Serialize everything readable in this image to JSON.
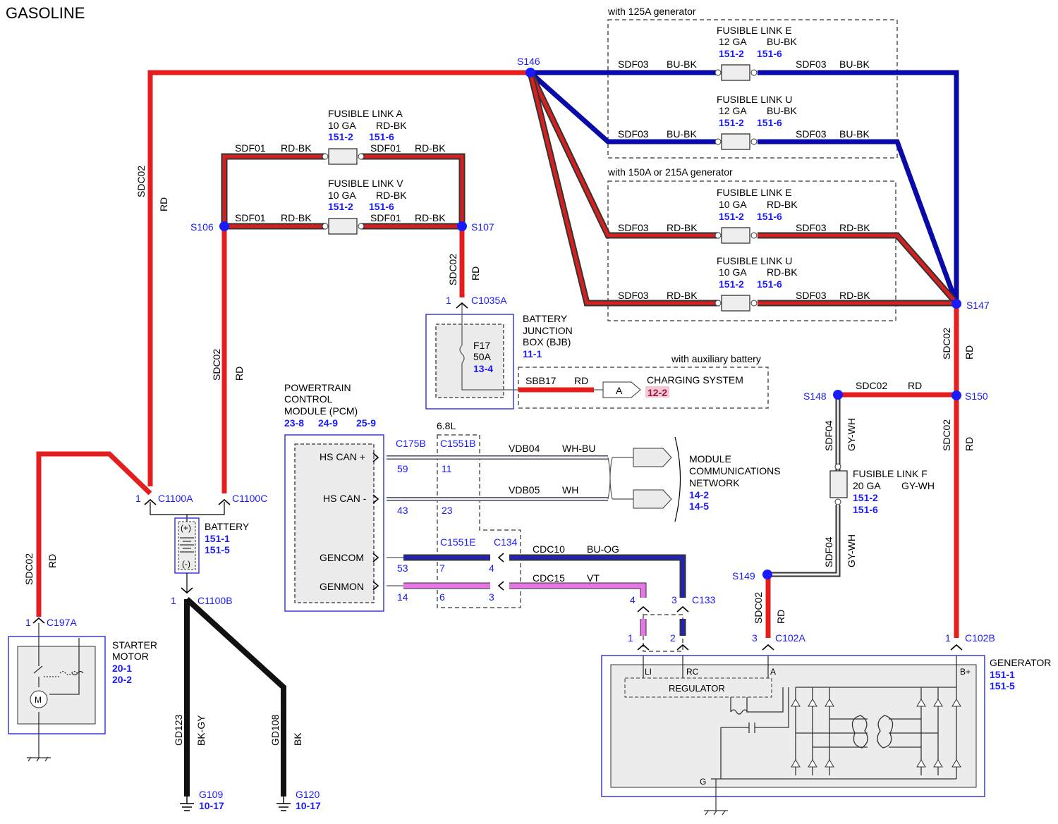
{
  "title": "GASOLINE",
  "splices": [
    "S146",
    "S106",
    "S107",
    "S147",
    "S148",
    "S150",
    "S149"
  ],
  "options": {
    "gen125": "with 125A generator",
    "gen150": "with 150A or 215A generator",
    "auxbat": "with auxiliary battery",
    "eng68": "6.8L"
  },
  "fusible_links": {
    "A": {
      "name": "FUSIBLE LINK A",
      "ga": "10 GA",
      "color": "RD-BK",
      "ref1": "151-2",
      "ref2": "151-6"
    },
    "V": {
      "name": "FUSIBLE LINK V",
      "ga": "10 GA",
      "color": "RD-BK",
      "ref1": "151-2",
      "ref2": "151-6"
    },
    "E125": {
      "name": "FUSIBLE LINK E",
      "ga": "12 GA",
      "color": "BU-BK",
      "ref1": "151-2",
      "ref2": "151-6"
    },
    "U125": {
      "name": "FUSIBLE LINK U",
      "ga": "12 GA",
      "color": "BU-BK",
      "ref1": "151-2",
      "ref2": "151-6"
    },
    "E150": {
      "name": "FUSIBLE LINK E",
      "ga": "10 GA",
      "color": "RD-BK",
      "ref1": "151-2",
      "ref2": "151-6"
    },
    "U150": {
      "name": "FUSIBLE LINK U",
      "ga": "10 GA",
      "color": "RD-BK",
      "ref1": "151-2",
      "ref2": "151-6"
    },
    "F": {
      "name": "FUSIBLE LINK F",
      "ga": "20 GA",
      "color": "GY-WH",
      "ref1": "151-2",
      "ref2": "151-6"
    }
  },
  "wires": {
    "sdf01": "SDF01",
    "sdf03": "SDF03",
    "sdf04": "SDF04",
    "sdc02": "SDC02",
    "sbb17": "SBB17",
    "vdb04": "VDB04",
    "vdb05": "VDB05",
    "cdc10": "CDC10",
    "cdc15": "CDC15",
    "gd123": "GD123",
    "gd108": "GD108",
    "rd": "RD",
    "rdbk": "RD-BK",
    "bubk": "BU-BK",
    "gywh": "GY-WH",
    "whbu": "WH-BU",
    "wh": "WH",
    "buog": "BU-OG",
    "vt": "VT",
    "bkgy": "BK-GY",
    "bk": "BK"
  },
  "connectors": {
    "c1035a": "C1035A",
    "c1100a": "C1100A",
    "c1100c": "C1100C",
    "c1100b": "C1100B",
    "c197a": "C197A",
    "c175b": "C175B",
    "c1551b": "C1551B",
    "c1551e": "C1551E",
    "c134": "C134",
    "c133": "C133",
    "c102a": "C102A",
    "c102b": "C102B"
  },
  "pins": {
    "p1": "1",
    "p2": "2",
    "p3": "3",
    "p4": "4",
    "p6": "6",
    "p7": "7",
    "p11": "11",
    "p23": "23",
    "p43": "43",
    "p53": "53",
    "p59": "59",
    "p14": "14"
  },
  "bjb": {
    "l1": "BATTERY",
    "l2": "JUNCTION",
    "l3": "BOX (BJB)",
    "ref": "11-1",
    "fuse": "F17",
    "amps": "50A",
    "fref": "13-4"
  },
  "charging": {
    "label": "CHARGING SYSTEM",
    "letter": "A",
    "ref": "12-2"
  },
  "pcm": {
    "l1": "POWERTRAIN",
    "l2": "CONTROL",
    "l3": "MODULE (PCM)",
    "r1": "23-8",
    "r2": "24-9",
    "r3": "25-9",
    "hscanp": "HS CAN +",
    "hscanm": "HS CAN -",
    "gencom": "GENCOM",
    "genmon": "GENMON"
  },
  "mcn": {
    "l1": "MODULE",
    "l2": "COMMUNICATIONS",
    "l3": "NETWORK",
    "r1": "14-2",
    "r2": "14-5"
  },
  "battery": {
    "label": "BATTERY",
    "r1": "151-1",
    "r2": "151-5",
    "pos": "(+)",
    "neg": "(-)"
  },
  "starter": {
    "l1": "STARTER",
    "l2": "MOTOR",
    "r1": "20-1",
    "r2": "20-2"
  },
  "generator": {
    "label": "GENERATOR",
    "r1": "151-1",
    "r2": "151-5",
    "reg": "REGULATOR",
    "li": "LI",
    "rc": "RC",
    "a": "A",
    "bplus": "B+",
    "g": "G"
  },
  "grounds": {
    "g109": "G109",
    "g109r": "10-17",
    "g120": "G120",
    "g120r": "10-17"
  }
}
